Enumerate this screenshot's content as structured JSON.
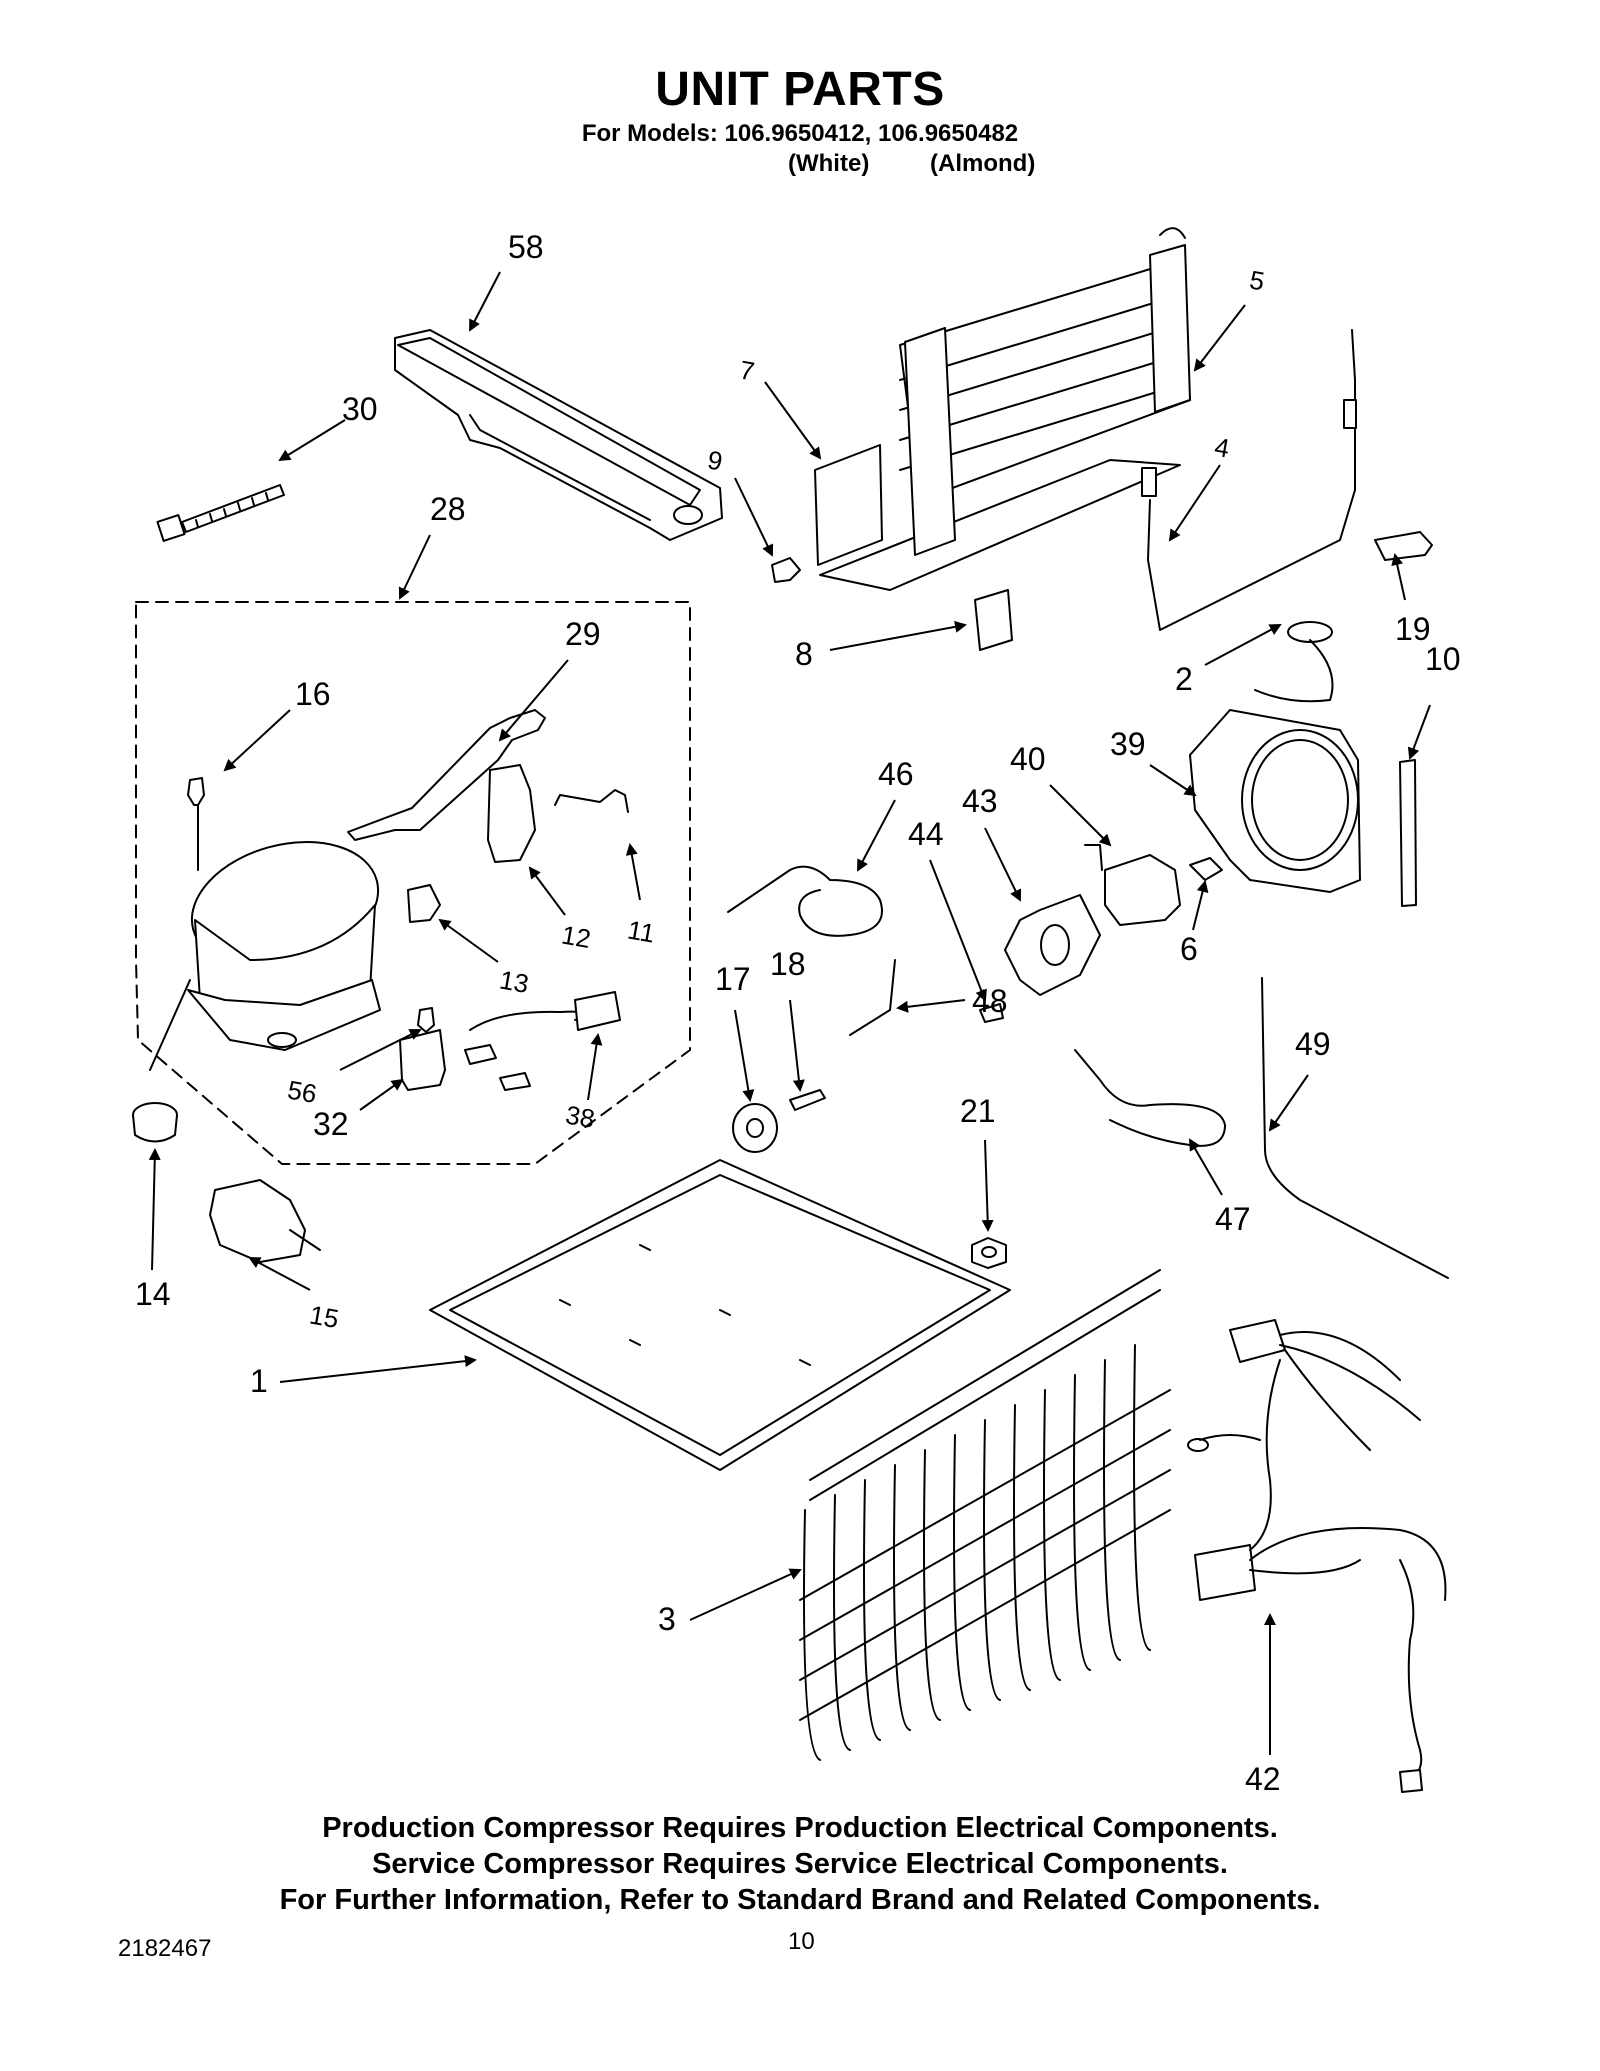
{
  "header": {
    "title": "UNIT PARTS",
    "models_line": "For Models: 106.9650412, 106.9650482",
    "color_white": "(White)",
    "color_almond": "(Almond)"
  },
  "callouts": [
    "58",
    "30",
    "28",
    "29",
    "16",
    "11",
    "12",
    "13",
    "56",
    "32",
    "38",
    "14",
    "15",
    "7",
    "9",
    "5",
    "4",
    "8",
    "2",
    "19",
    "10",
    "39",
    "40",
    "43",
    "44",
    "46",
    "6",
    "48",
    "17",
    "18",
    "21",
    "49",
    "47",
    "1",
    "3",
    "42"
  ],
  "notes": {
    "line1": "Production Compressor Requires Production Electrical Components.",
    "line2": "Service Compressor Requires Service Electrical Components.",
    "line3": "For Further Information, Refer to Standard Brand and Related Components."
  },
  "footer": {
    "doc_number": "2182467",
    "page_number": "10"
  }
}
